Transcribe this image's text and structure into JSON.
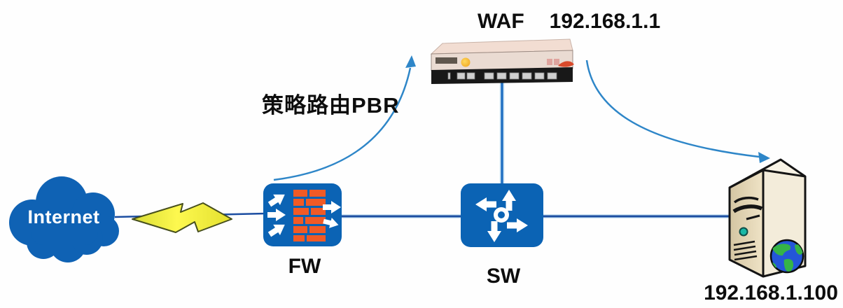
{
  "diagram": {
    "type": "network-topology",
    "nodes": {
      "internet": {
        "label": "Internet",
        "kind": "cloud"
      },
      "firewall": {
        "label": "FW",
        "kind": "firewall"
      },
      "switch": {
        "label": "SW",
        "kind": "switch"
      },
      "waf": {
        "name": "WAF",
        "ip": "192.168.1.1",
        "kind": "waf-appliance"
      },
      "server": {
        "ip": "192.168.1.100",
        "kind": "server"
      }
    },
    "links": [
      {
        "from": "internet",
        "to": "firewall",
        "via": "lightning-bolt"
      },
      {
        "from": "firewall",
        "to": "switch"
      },
      {
        "from": "switch",
        "to": "waf"
      },
      {
        "from": "switch",
        "to": "server"
      }
    ],
    "flows": [
      {
        "id": "pbr",
        "from": "firewall",
        "to": "waf",
        "label": "策略路由PBR"
      },
      {
        "id": "return",
        "from": "waf",
        "to": "server",
        "label": ""
      }
    ],
    "colors": {
      "node_blue": "#0b63b4",
      "link_navy": "#1b4da1",
      "uplink_blue": "#2170c2",
      "flow_arrow_blue": "#2e86c8",
      "brick_orange": "#f15a25",
      "lightning_yellow": "#f4ef2d",
      "label_black": "#0d0d0d"
    }
  }
}
